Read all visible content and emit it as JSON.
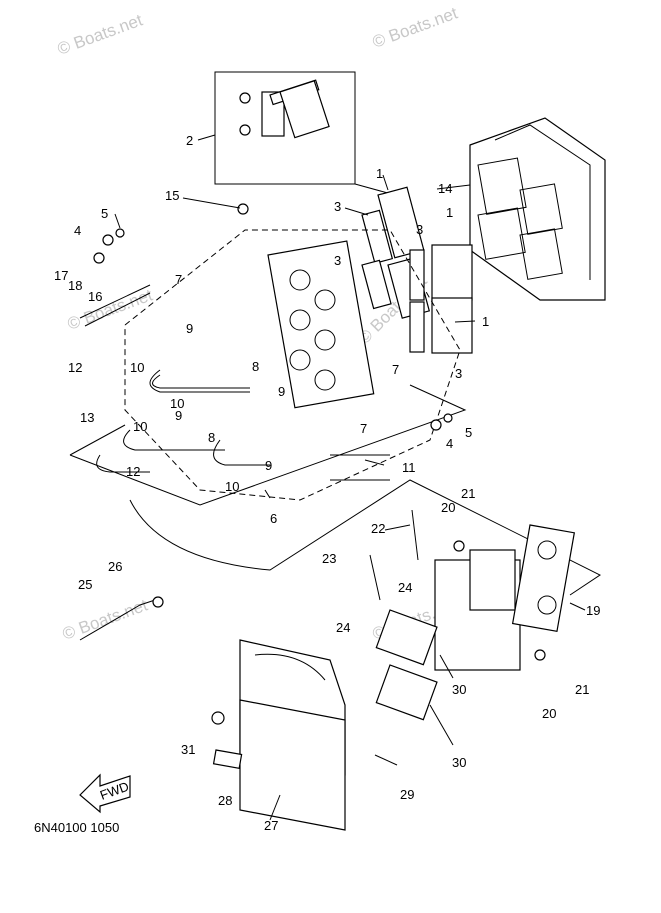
{
  "diagram_code": "6N40100 1050",
  "watermark_text": "© Boats.net",
  "fwd_label": "FWD",
  "callouts": [
    "1",
    "1",
    "1",
    "2",
    "3",
    "3",
    "3",
    "3",
    "4",
    "4",
    "5",
    "5",
    "6",
    "7",
    "7",
    "7",
    "8",
    "8",
    "9",
    "9",
    "9",
    "9",
    "10",
    "10",
    "10",
    "11",
    "12",
    "12",
    "13",
    "14",
    "15",
    "16",
    "17",
    "18",
    "19",
    "20",
    "20",
    "21",
    "21",
    "22",
    "23",
    "24",
    "24",
    "25",
    "26",
    "27",
    "28",
    "29",
    "30",
    "30",
    "31"
  ]
}
